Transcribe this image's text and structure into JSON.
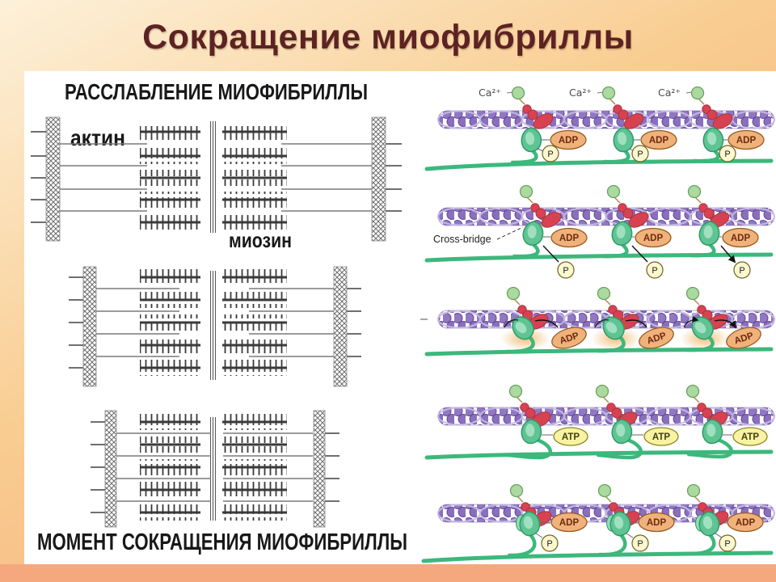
{
  "slide": {
    "title": "Сокращение миофибриллы"
  },
  "left_diagram": {
    "heading": "РАССЛАБЛЕНИЕ МИОФИБРИЛЛЫ",
    "actin_label": "актин",
    "myosin_label": "миозин",
    "caption": "МОМЕНТ СОКРАЩЕНИЯ МИОФИБРИЛЛЫ"
  },
  "right_diagram": {
    "ca_label": "Ca²⁺",
    "crossbridge_label": "Cross-bridge",
    "adp_label": "ADP",
    "atp_label": "ATP",
    "p_label": "P"
  },
  "colors": {
    "title_text": "#5d2323",
    "background_top": "#fdf1da",
    "background_bottom": "#f2a276",
    "footer_strip": "#f5a87e",
    "panel_white": "#ffffff",
    "actin_bead_purple": "#9277c2",
    "helix_ribbon": "#c6bbe4",
    "myosin_green": "#3cb87c",
    "myosin_head_green": "#5fc493",
    "troponin_red": "#d84250",
    "calcium_green": "#abd9a0",
    "adp_fill": "#eeb27a",
    "atp_fill": "#f8f3a2",
    "p_fill": "#fdf7cf",
    "sketch_gray": "#3f3f3f"
  }
}
